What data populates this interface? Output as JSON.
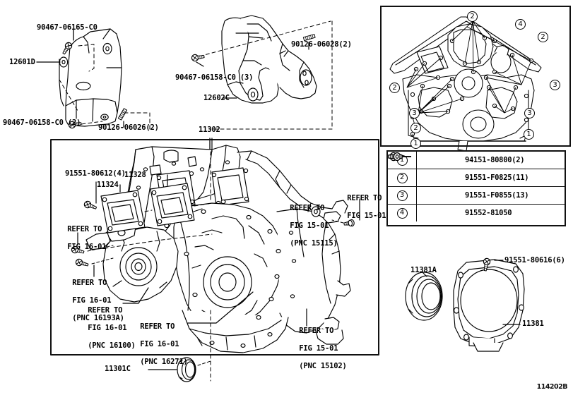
{
  "diagram": {
    "code": "114202B",
    "title": "Engine Timing Chain Cover Exploded View"
  },
  "top_left_group": {
    "labels": [
      {
        "id": "bolt-90467-06165",
        "text": "90467-06165-C0"
      },
      {
        "id": "part-12601D",
        "text": "12601D"
      },
      {
        "id": "bolt-90467-06158-2",
        "text": "90467-06158-C0 (2)"
      },
      {
        "id": "bolt-90126-06026",
        "text": "90126-06026(2)"
      }
    ]
  },
  "top_mid_group": {
    "labels": [
      {
        "id": "bolt-90126-06028",
        "text": "90126-06028(2)"
      },
      {
        "id": "bolt-90467-06158-3",
        "text": "90467-06158-C0 (3)"
      },
      {
        "id": "part-12602C",
        "text": "12602C"
      }
    ]
  },
  "main_panel": {
    "labels": [
      {
        "id": "part-11302",
        "text": "11302"
      },
      {
        "id": "bolt-91551-80612",
        "text": "91551-80612(4)"
      },
      {
        "id": "part-11324",
        "text": "11324"
      },
      {
        "id": "part-11328",
        "text": "11328"
      },
      {
        "id": "part-11301C",
        "text": "11301C"
      }
    ],
    "refer_notes": [
      {
        "id": "refer-fig16-01-a",
        "line1": "REFER TO",
        "line2": "FIG 16-01",
        "line3": ""
      },
      {
        "id": "refer-fig16-01-16193A",
        "line1": "REFER TO",
        "line2": "FIG 16-01",
        "line3": "(PNC 16193A)"
      },
      {
        "id": "refer-fig16-01-16100",
        "line1": "REFER TO",
        "line2": "FIG 16-01",
        "line3": "(PNC 16100)"
      },
      {
        "id": "refer-fig16-01-16271",
        "line1": "REFER TO",
        "line2": "FIG 16-01",
        "line3": "(PNC 16271)"
      },
      {
        "id": "refer-fig15-01-15115",
        "line1": "REFER TO",
        "line2": "FIG 15-01",
        "line3": "(PNC 15115)"
      },
      {
        "id": "refer-fig15-01-b",
        "line1": "REFER TO",
        "line2": "FIG 15-01",
        "line3": ""
      },
      {
        "id": "refer-fig15-01-15102",
        "line1": "REFER TO",
        "line2": "FIG 15-01",
        "line3": "(PNC 15102)"
      }
    ]
  },
  "torque_panel": {
    "callouts": [
      {
        "id": "callout-2-top",
        "num": "2"
      },
      {
        "id": "callout-4",
        "num": "4"
      },
      {
        "id": "callout-2-right",
        "num": "2"
      },
      {
        "id": "callout-2-left",
        "num": "2"
      },
      {
        "id": "callout-3-right",
        "num": "3"
      },
      {
        "id": "callout-3-left",
        "num": "3"
      },
      {
        "id": "callout-3-mid",
        "num": "3"
      },
      {
        "id": "callout-2-lower-left",
        "num": "2"
      },
      {
        "id": "callout-1-left",
        "num": "1"
      },
      {
        "id": "callout-1-right",
        "num": "1"
      }
    ]
  },
  "legend": {
    "rows": [
      {
        "num": "1",
        "icon": "plug-bolt-icon",
        "part": "94151-80800(2)"
      },
      {
        "num": "2",
        "icon": "flange-bolt-icon",
        "part": "91551-F0825(11)"
      },
      {
        "num": "3",
        "icon": "flange-bolt-icon",
        "part": "91551-F0855(13)"
      },
      {
        "num": "4",
        "icon": "flange-bolt-icon",
        "part": "91552-81050"
      }
    ]
  },
  "bottom_right_group": {
    "labels": [
      {
        "id": "bolt-91551-80616",
        "text": "91551-80616(6)"
      },
      {
        "id": "part-11381A",
        "text": "11381A"
      },
      {
        "id": "part-11381",
        "text": "11381"
      }
    ]
  }
}
